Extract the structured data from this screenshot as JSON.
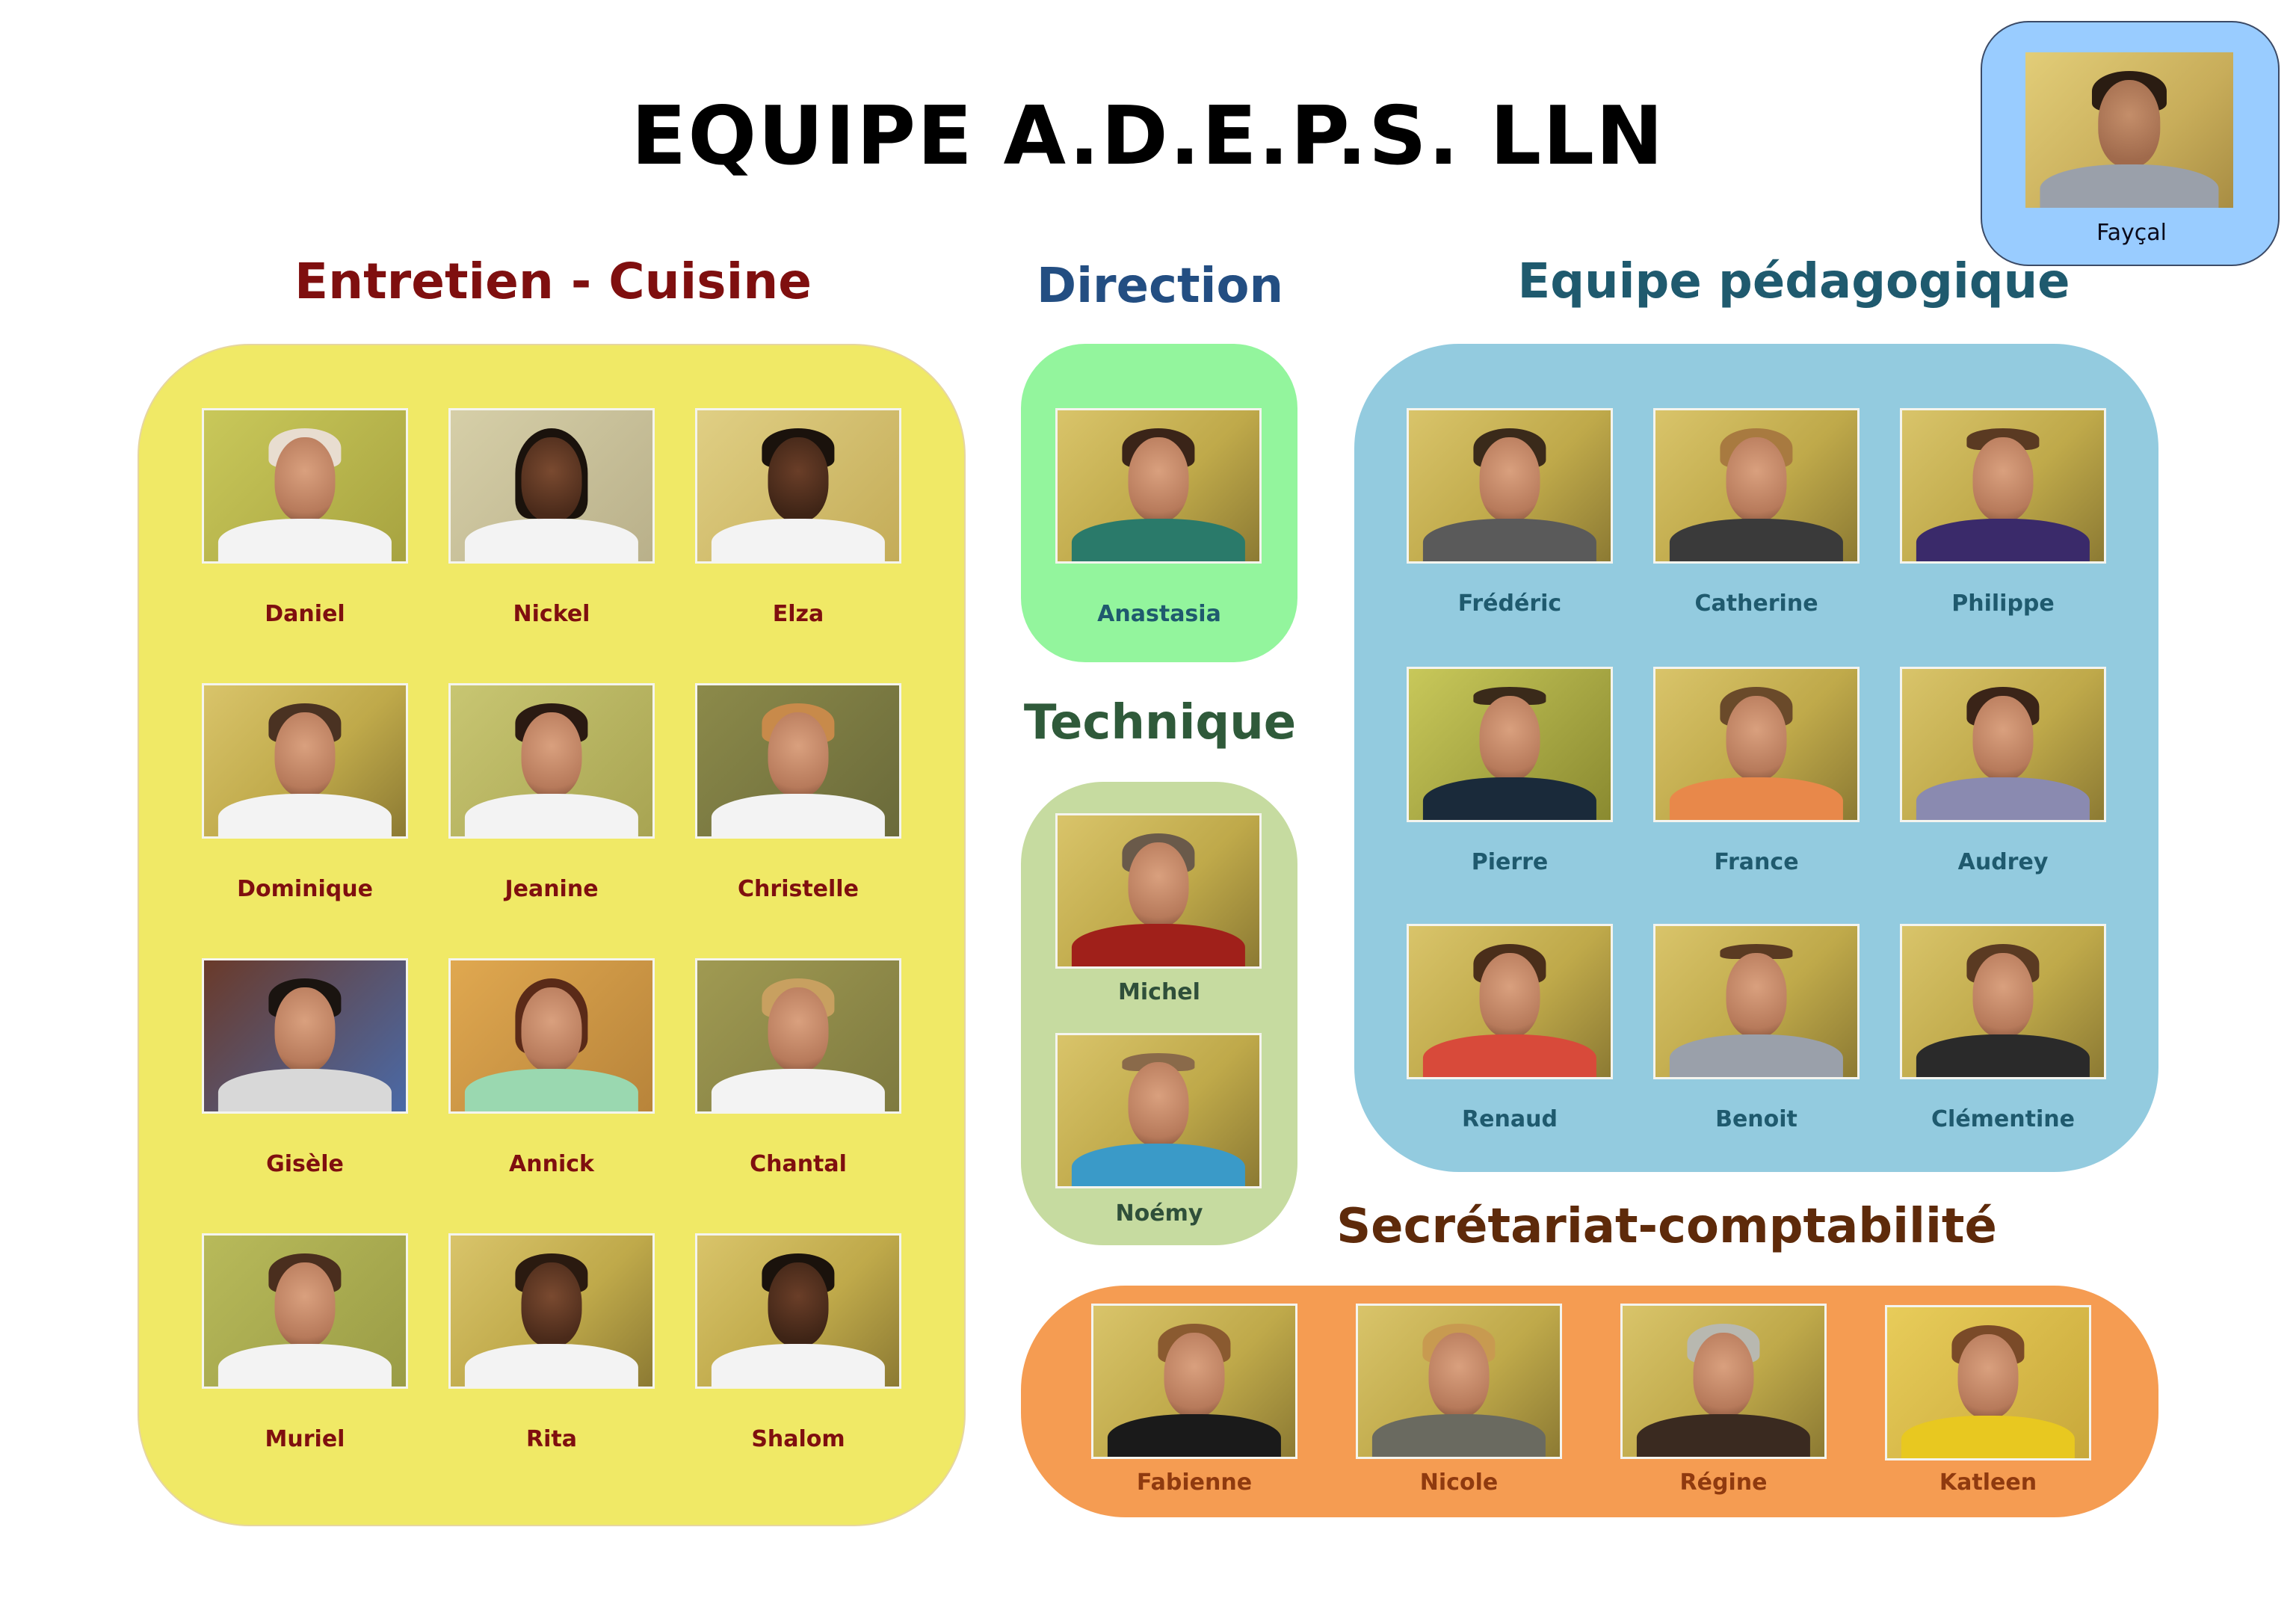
{
  "title": "EQUIPE A.D.E.P.S. LLN",
  "colors": {
    "entretien_title": "#7f0f0f",
    "entretien_panel": "#f0e966",
    "entretien_name": "#7f0f0f",
    "direction_title": "#234e82",
    "direction_panel": "#93f59d",
    "direction_name": "#1f5a6e",
    "technique_title": "#2f5a3a",
    "technique_panel": "#c6dba0",
    "technique_name": "#2f4f3a",
    "pedagogique_title": "#1f5a6e",
    "pedagogique_panel": "#93cbdf",
    "pedagogique_name": "#1f5a6e",
    "secretariat_title": "#5e2a0a",
    "secretariat_panel": "#f59c52",
    "secretariat_name": "#8f3a0f",
    "fayçal_panel": "#99ccff",
    "fayçal_name": "#0a0a1a"
  },
  "featured": {
    "name": "Fayçal"
  },
  "sections": {
    "entretien": {
      "title": "Entretien - Cuisine",
      "members": [
        "Daniel",
        "Nickel",
        "Elza",
        "Dominique",
        "Jeanine",
        "Christelle",
        "Gisèle",
        "Annick",
        "Chantal",
        "Muriel",
        "Rita",
        "Shalom"
      ]
    },
    "direction": {
      "title": "Direction",
      "members": [
        "Anastasia"
      ]
    },
    "technique": {
      "title": "Technique",
      "members": [
        "Michel",
        "Noémy"
      ]
    },
    "pedagogique": {
      "title": "Equipe pédagogique",
      "members": [
        "Frédéric",
        "Catherine",
        "Philippe",
        "Pierre",
        "France",
        "Audrey",
        "Renaud",
        "Benoit",
        "Clémentine"
      ]
    },
    "secretariat": {
      "title": "Secrétariat-comptabilité",
      "members": [
        "Fabienne",
        "Nicole",
        "Régine",
        "Katleen"
      ]
    }
  }
}
